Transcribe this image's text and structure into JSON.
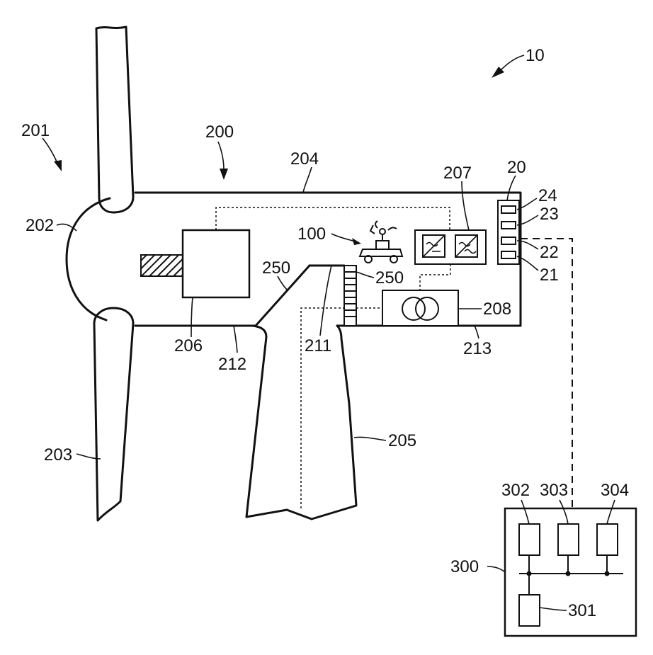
{
  "labels": {
    "system": "10",
    "control_device": "20",
    "module_21": "21",
    "module_22": "22",
    "module_23": "23",
    "module_24": "24",
    "robot": "100",
    "turbine": "200",
    "rotor": "201",
    "hub": "202",
    "blade": "203",
    "nacelle": "204",
    "tower": "205",
    "generator": "206",
    "converter": "207",
    "transformer": "208",
    "opening": "211",
    "nacelle_floor_front": "212",
    "nacelle_floor_rear": "213",
    "ramp": "250",
    "ladder": "250",
    "computer": "300",
    "processor": "301",
    "unit_302": "302",
    "unit_303": "303",
    "unit_304": "304"
  }
}
